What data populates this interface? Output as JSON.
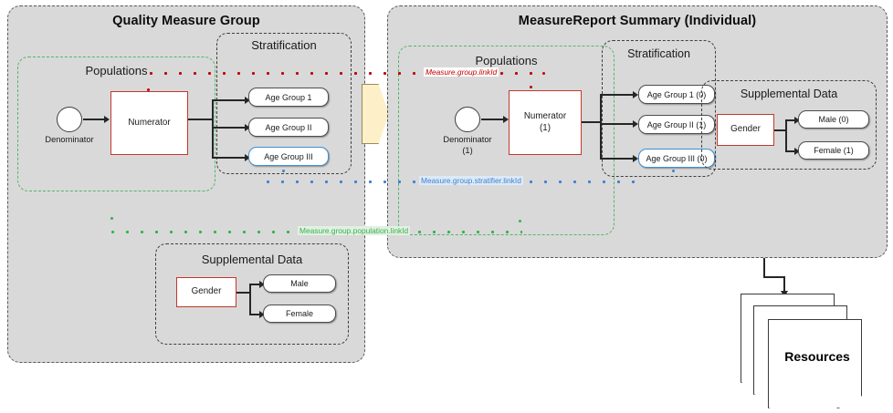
{
  "diagram": {
    "type": "flow-diagram",
    "title_left": "Quality Measure Group",
    "title_right": "MeasureReport Summary (Individual)"
  },
  "left_panel": {
    "title": "Quality Measure Group",
    "populations": {
      "title": "Populations",
      "denominator": "Denominator",
      "numerator": "Numerator"
    },
    "stratification": {
      "title": "Stratification",
      "items": [
        {
          "label": "Age Group 1",
          "accent": "grey"
        },
        {
          "label": "Age Group II",
          "accent": "grey"
        },
        {
          "label": "Age Group III",
          "accent": "blue"
        }
      ]
    },
    "supplemental": {
      "title": "Supplemental Data",
      "source": "Gender",
      "items": [
        "Male",
        "Female"
      ]
    }
  },
  "right_panel": {
    "title": "MeasureReport Summary (Individual)",
    "populations": {
      "title": "Populations",
      "denominator": "Denominator",
      "denominator_count": "(1)",
      "numerator": "Numerator",
      "numerator_count": "(1)"
    },
    "stratification": {
      "title": "Stratification",
      "items": [
        {
          "label": "Age Group 1 (0)",
          "accent": "grey"
        },
        {
          "label": "Age Group II (1)",
          "accent": "grey"
        },
        {
          "label": "Age Group III (0)",
          "accent": "blue"
        }
      ]
    },
    "supplemental": {
      "title": "Supplemental Data",
      "source": "Gender",
      "items": [
        "Male (0)",
        "Female (1)"
      ]
    }
  },
  "links": {
    "group_link": "Measure.group.linkId",
    "stratifier_link": "Measure.group.stratifier.linkId",
    "population_link": "Measure.group.population.linkId"
  },
  "output": {
    "label": "Resources"
  },
  "colors": {
    "panel_fill": "#d9d9d9",
    "accent_red": "#c00000",
    "accent_blue": "#3f7fd1",
    "accent_green": "#35b34a",
    "node_border_red": "#c0392b",
    "arrow_fill": "#fdf0c9"
  }
}
